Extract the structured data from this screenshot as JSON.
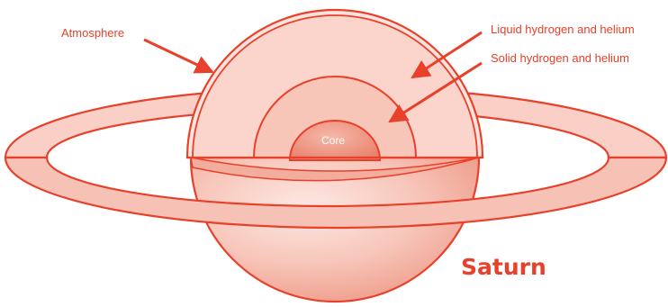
{
  "diagram": {
    "title": "Saturn",
    "labels": {
      "atmosphere": "Atmosphere",
      "liquid": "Liquid hydrogen and helium",
      "solid": "Solid hydrogen and helium",
      "core": "Core"
    }
  },
  "colors": {
    "stroke": "#e8402a",
    "fill_light": "#fbdad3",
    "fill_mid": "#f7c2b6",
    "fill_dark": "#f0a090",
    "label_text": "#e8402a",
    "title_text": "#e8402a"
  }
}
